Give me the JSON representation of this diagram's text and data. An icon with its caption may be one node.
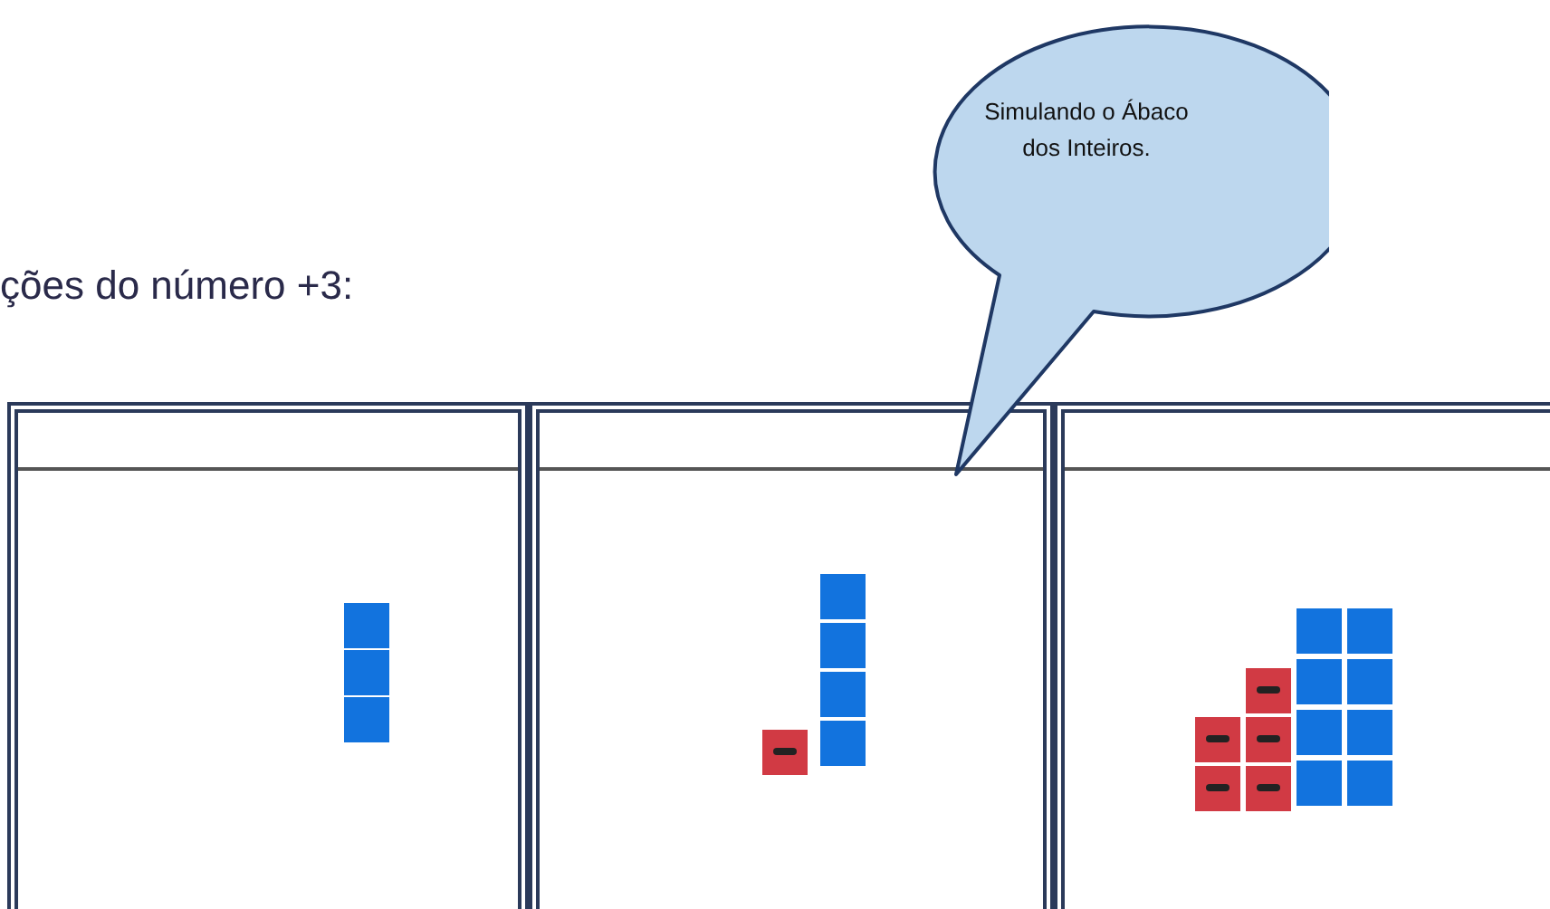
{
  "diagram": {
    "nodes": [
      {
        "text": [
          "Simulando o Ábaco dos Inteiros."
        ]
      },
      {
        "text": [],
        "shape": "box"
      },
      {
        "text": [],
        "shape": "box"
      },
      {
        "text": [],
        "shape": "box"
      }
    ],
    "labels": [
      "ções do número +3:"
    ]
  }
}
